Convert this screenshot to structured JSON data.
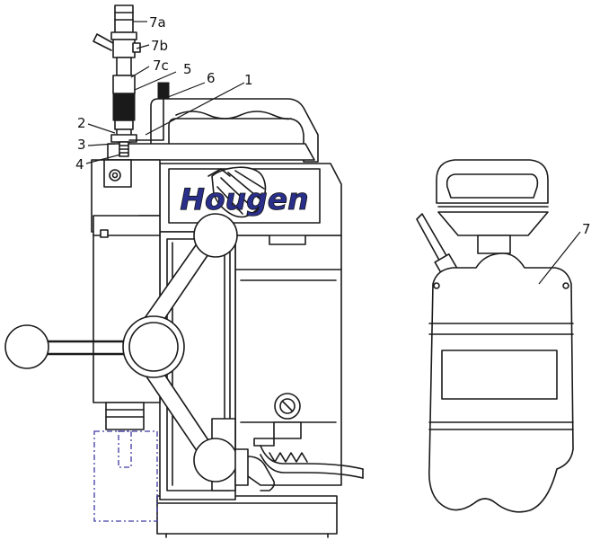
{
  "brand": {
    "name": "Hougen",
    "color": "#2a2f8c"
  },
  "cutter_outline_color": "#3d3aa0",
  "callouts": [
    {
      "id": "7a",
      "label": "7a"
    },
    {
      "id": "7b",
      "label": "7b"
    },
    {
      "id": "7c",
      "label": "7c"
    },
    {
      "id": "5",
      "label": "5"
    },
    {
      "id": "6",
      "label": "6"
    },
    {
      "id": "1",
      "label": "1"
    },
    {
      "id": "2",
      "label": "2"
    },
    {
      "id": "3",
      "label": "3"
    },
    {
      "id": "4",
      "label": "4"
    },
    {
      "id": "7",
      "label": "7"
    }
  ]
}
